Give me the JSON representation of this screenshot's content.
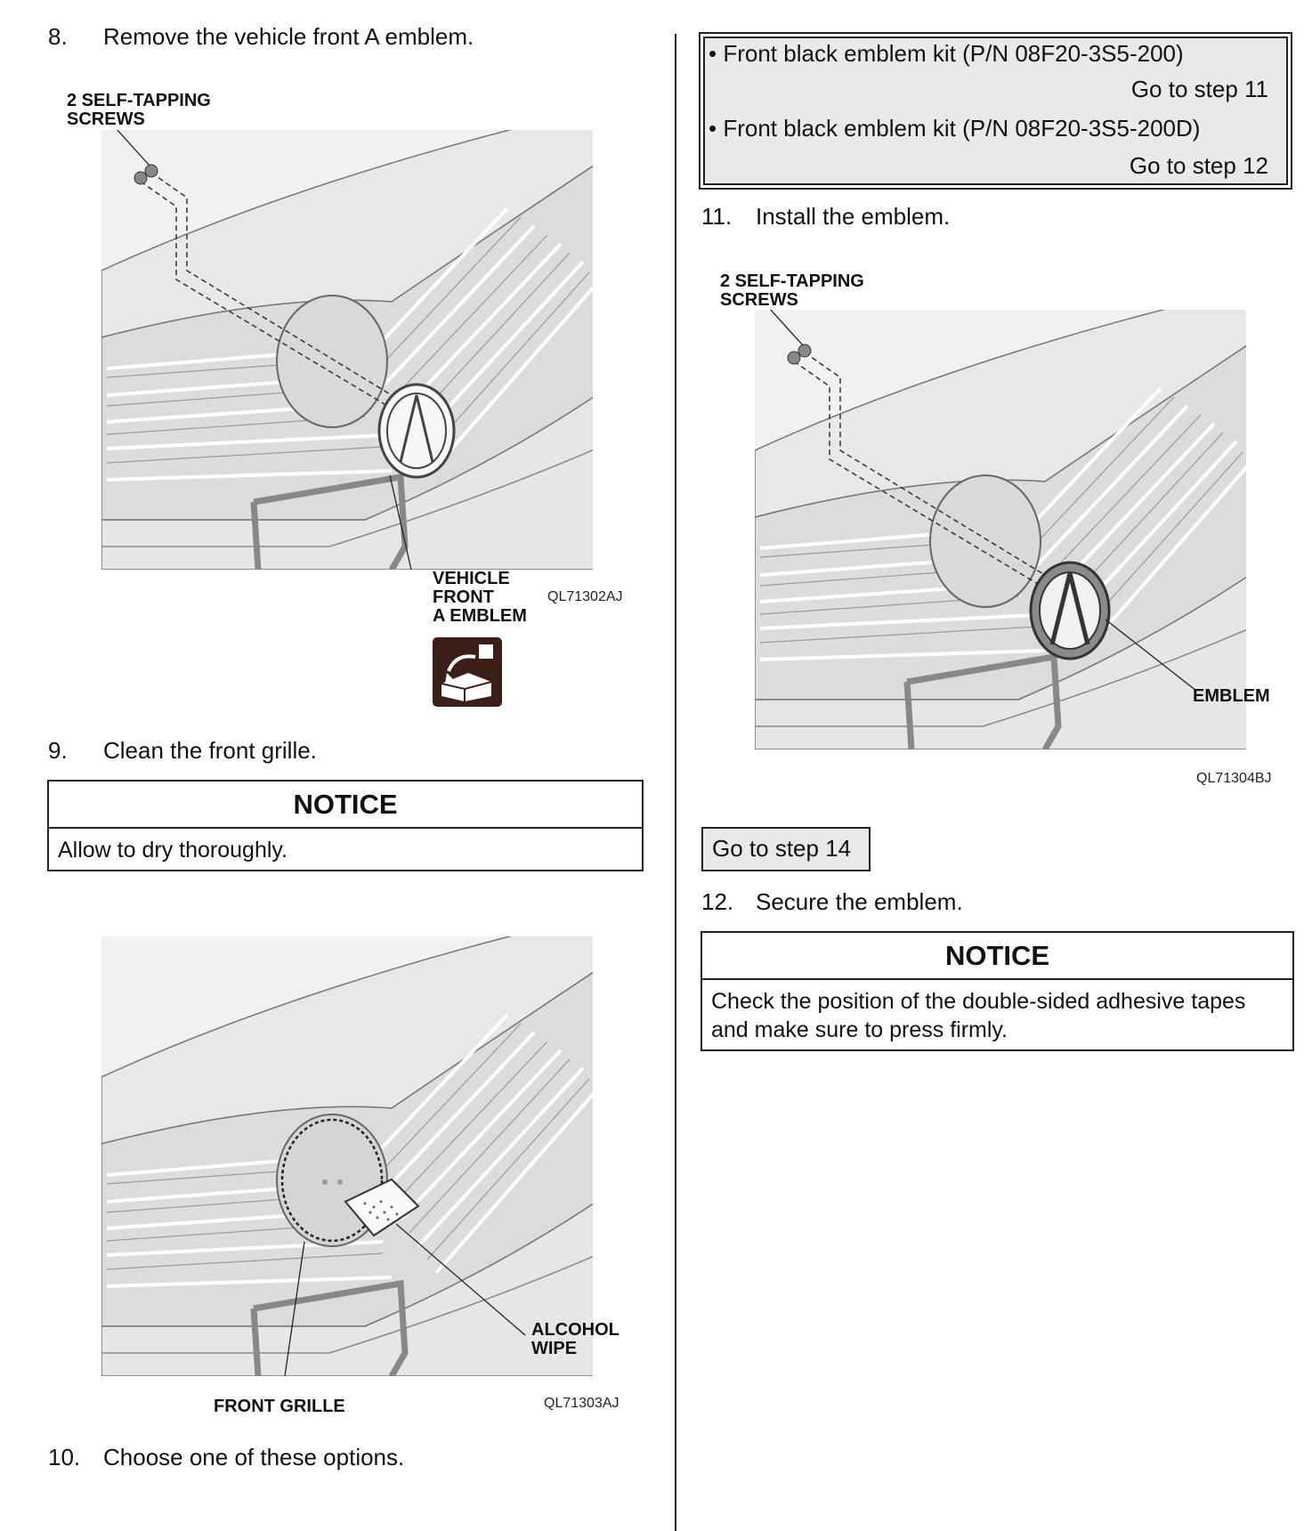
{
  "left_column": {
    "step8": {
      "num": "8.",
      "text": "Remove the vehicle front A emblem."
    },
    "fig1": {
      "screws_label": "2 SELF-TAPPING\nSCREWS",
      "emblem_label": "VEHICLE\nFRONT\nA EMBLEM",
      "code": "QL71302AJ"
    },
    "step9": {
      "num": "9.",
      "text": "Clean the front grille."
    },
    "notice1": {
      "heading": "NOTICE",
      "body": "Allow to dry thoroughly."
    },
    "fig2": {
      "wipe_label": "ALCOHOL\nWIPE",
      "grille_label": "FRONT GRILLE",
      "code": "QL71303AJ"
    },
    "step10": {
      "num": "10.",
      "text": "Choose one of these options."
    }
  },
  "right_column": {
    "options": [
      {
        "bullet": "•",
        "text": "Front black emblem kit (P/N 08F20-3S5-200)",
        "goto": "Go to step 11"
      },
      {
        "bullet": "•",
        "text": "Front black emblem kit (P/N 08F20-3S5-200D)",
        "goto": "Go to step 12"
      }
    ],
    "step11": {
      "num": "11.",
      "text": "Install the emblem."
    },
    "fig3": {
      "screws_label": "2 SELF-TAPPING\nSCREWS",
      "emblem_label": "EMBLEM",
      "code": "QL71304BJ"
    },
    "goto_box": "Go to step 14",
    "step12": {
      "num": "12.",
      "text": "Secure the emblem."
    },
    "notice2": {
      "heading": "NOTICE",
      "body_line1": "Check the position of the double-sided adhesive tapes",
      "body_line2": "and make sure to press firmly."
    }
  }
}
